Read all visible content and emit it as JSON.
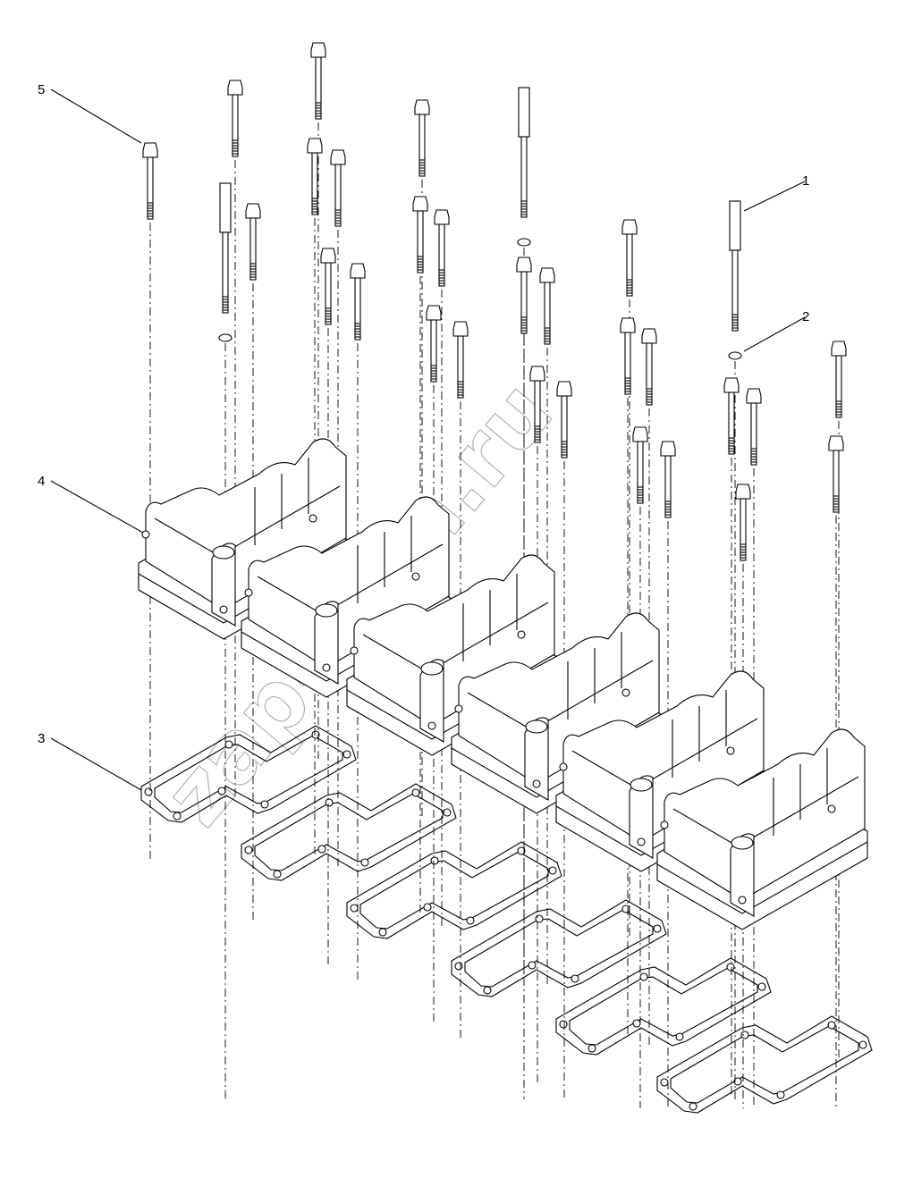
{
  "diagram": {
    "callouts": [
      {
        "id": "callout-1",
        "label": "1"
      },
      {
        "id": "callout-2",
        "label": "2"
      },
      {
        "id": "callout-3",
        "label": "3"
      },
      {
        "id": "callout-4",
        "label": "4"
      },
      {
        "id": "callout-5",
        "label": "5"
      }
    ],
    "watermark": "zap-kam.ru",
    "colors": {
      "line": "#000000",
      "background": "#ffffff",
      "watermark": "#9a9a9a"
    }
  }
}
